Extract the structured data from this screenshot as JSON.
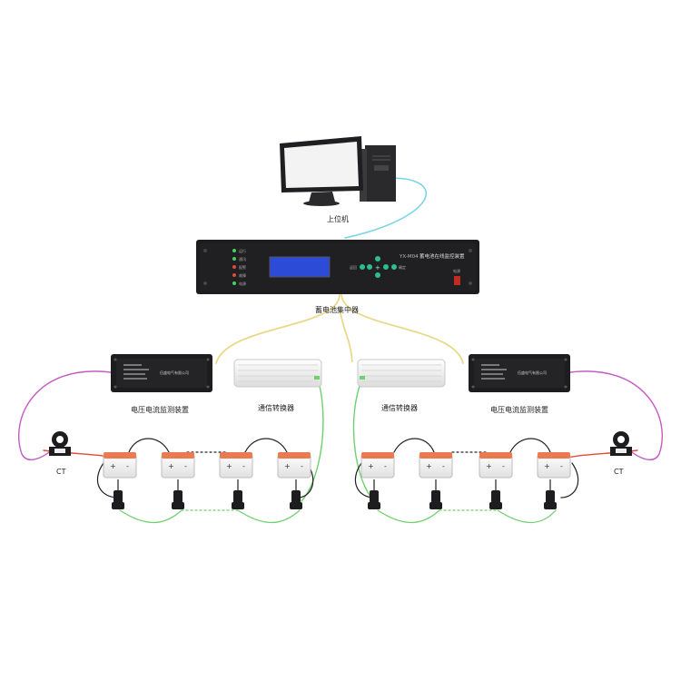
{
  "labels": {
    "host_computer": "上位机",
    "concentrator": "蓄电池集中器",
    "monitor_left": "电压电流监测装置",
    "monitor_right": "电压电流监测装置",
    "converter_left": "通信转换器",
    "converter_right": "通信转换器",
    "ct_left": "CT",
    "ct_right": "CT"
  },
  "concentrator_panel": {
    "model": "YX-M04",
    "title": "蓄电池在线监控装置",
    "leds": [
      "运行",
      "通讯",
      "报警",
      "故障",
      "电源"
    ],
    "key_left": "返回",
    "key_right": "确定",
    "power_label": "电源"
  },
  "monitor_text": "电压电流监测装置",
  "monitor_company": "伍盛电气有限公司",
  "colors": {
    "wire_yellow": "#e8d98a",
    "wire_purple": "#c45cc4",
    "wire_blue": "#7ad4e4",
    "wire_green": "#6fd06f",
    "wire_red": "#e04b3a",
    "battery_cap": "#ea7a52",
    "device_dark": "#1d1d1f",
    "lcd_blue": "#2c4bd6"
  }
}
